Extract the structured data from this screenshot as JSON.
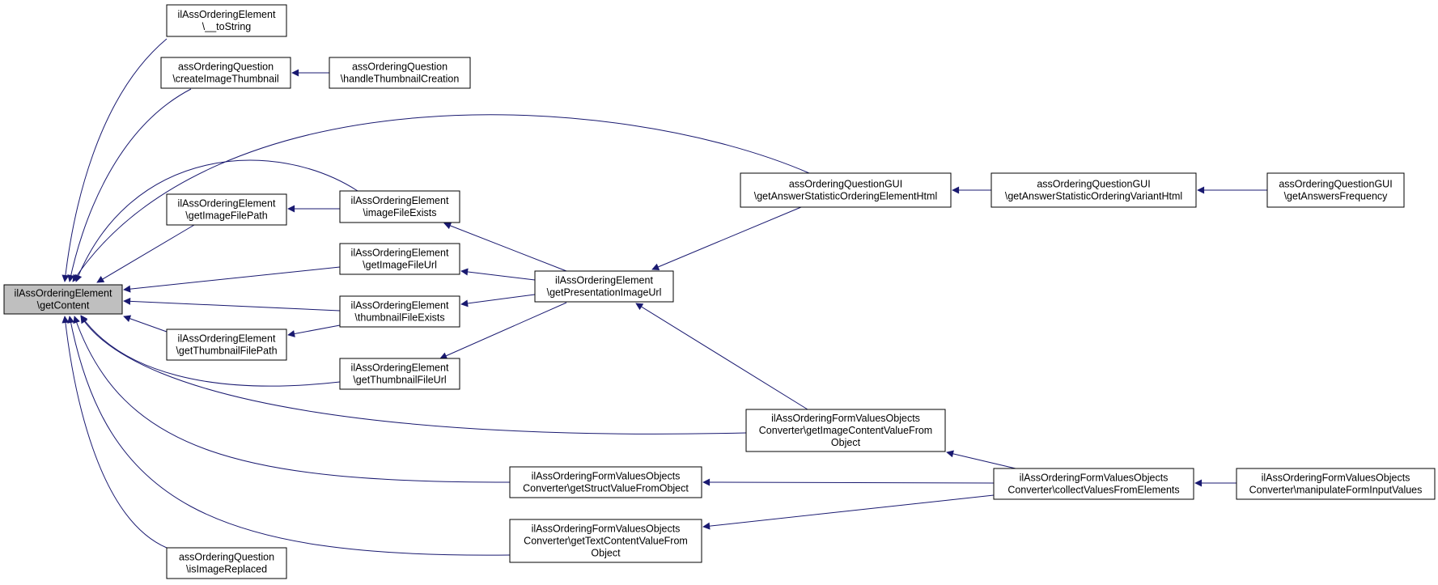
{
  "diagram": {
    "type": "doxygen-caller-graph",
    "edge_color": "#191970",
    "root_fill": "#bfbfbf",
    "nodes": [
      {
        "id": "root",
        "lines": [
          "ilAssOrderingElement",
          "\\getContent"
        ]
      },
      {
        "id": "toString",
        "lines": [
          "ilAssOrderingElement",
          "\\__toString"
        ]
      },
      {
        "id": "createThumb",
        "lines": [
          "assOrderingQuestion",
          "\\createImageThumbnail"
        ]
      },
      {
        "id": "handleThumb",
        "lines": [
          "assOrderingQuestion",
          "\\handleThumbnailCreation"
        ]
      },
      {
        "id": "getImagePath",
        "lines": [
          "ilAssOrderingElement",
          "\\getImageFilePath"
        ]
      },
      {
        "id": "imageExists",
        "lines": [
          "ilAssOrderingElement",
          "\\imageFileExists"
        ]
      },
      {
        "id": "getImageUrl",
        "lines": [
          "ilAssOrderingElement",
          "\\getImageFileUrl"
        ]
      },
      {
        "id": "thumbExists",
        "lines": [
          "ilAssOrderingElement",
          "\\thumbnailFileExists"
        ]
      },
      {
        "id": "getThumbPath",
        "lines": [
          "ilAssOrderingElement",
          "\\getThumbnailFilePath"
        ]
      },
      {
        "id": "getThumbUrl",
        "lines": [
          "ilAssOrderingElement",
          "\\getThumbnailFileUrl"
        ]
      },
      {
        "id": "presUrl",
        "lines": [
          "ilAssOrderingElement",
          "\\getPresentationImageUrl"
        ]
      },
      {
        "id": "statElemHtml",
        "lines": [
          "assOrderingQuestionGUI",
          "\\getAnswerStatisticOrderingElementHtml"
        ]
      },
      {
        "id": "statVarHtml",
        "lines": [
          "assOrderingQuestionGUI",
          "\\getAnswerStatisticOrderingVariantHtml"
        ]
      },
      {
        "id": "answersFreq",
        "lines": [
          "assOrderingQuestionGUI",
          "\\getAnswersFrequency"
        ]
      },
      {
        "id": "imgContentVal",
        "lines": [
          "ilAssOrderingFormValuesObjects",
          "Converter\\getImageContentValueFrom",
          "Object"
        ]
      },
      {
        "id": "structVal",
        "lines": [
          "ilAssOrderingFormValuesObjects",
          "Converter\\getStructValueFromObject"
        ]
      },
      {
        "id": "collectVals",
        "lines": [
          "ilAssOrderingFormValuesObjects",
          "Converter\\collectValuesFromElements"
        ]
      },
      {
        "id": "manipulate",
        "lines": [
          "ilAssOrderingFormValuesObjects",
          "Converter\\manipulateFormInputValues"
        ]
      },
      {
        "id": "textContentVal",
        "lines": [
          "ilAssOrderingFormValuesObjects",
          "Converter\\getTextContentValueFrom",
          "Object"
        ]
      },
      {
        "id": "isImgReplaced",
        "lines": [
          "assOrderingQuestion",
          "\\isImageReplaced"
        ]
      }
    ],
    "edges": [
      [
        "toString",
        "root"
      ],
      [
        "createThumb",
        "root"
      ],
      [
        "handleThumb",
        "createThumb"
      ],
      [
        "statElemHtml",
        "root"
      ],
      [
        "imageExists",
        "root"
      ],
      [
        "getImagePath",
        "root"
      ],
      [
        "imageExists",
        "getImagePath"
      ],
      [
        "getImageUrl",
        "root"
      ],
      [
        "thumbExists",
        "root"
      ],
      [
        "getThumbPath",
        "root"
      ],
      [
        "thumbExists",
        "getThumbPath"
      ],
      [
        "getThumbUrl",
        "root"
      ],
      [
        "imgContentVal",
        "root"
      ],
      [
        "structVal",
        "root"
      ],
      [
        "textContentVal",
        "root"
      ],
      [
        "isImgReplaced",
        "root"
      ],
      [
        "presUrl",
        "imageExists"
      ],
      [
        "presUrl",
        "getImageUrl"
      ],
      [
        "presUrl",
        "thumbExists"
      ],
      [
        "presUrl",
        "getThumbUrl"
      ],
      [
        "statElemHtml",
        "presUrl"
      ],
      [
        "imgContentVal",
        "presUrl"
      ],
      [
        "statVarHtml",
        "statElemHtml"
      ],
      [
        "answersFreq",
        "statVarHtml"
      ],
      [
        "collectVals",
        "imgContentVal"
      ],
      [
        "collectVals",
        "structVal"
      ],
      [
        "collectVals",
        "textContentVal"
      ],
      [
        "manipulate",
        "collectVals"
      ]
    ]
  }
}
